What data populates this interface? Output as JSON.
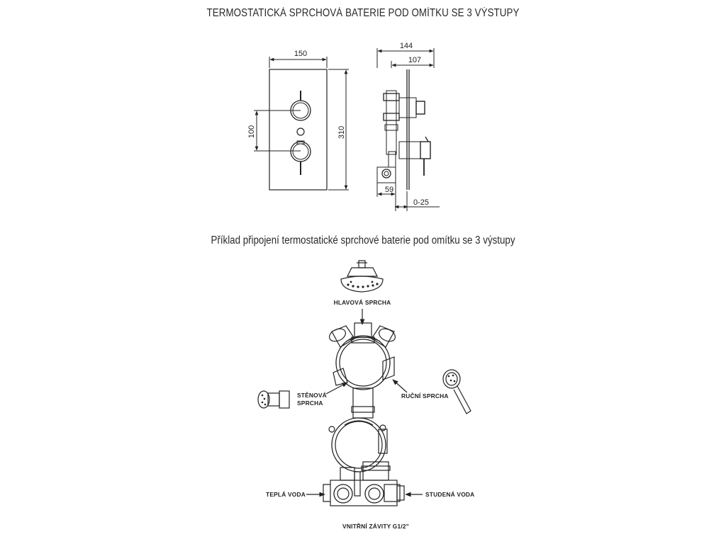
{
  "title": "TERMOSTATICKÁ SPRCHOVÁ BATERIE POD OMÍTKU SE 3 VÝSTUPY",
  "subtitle": "Příklad připojení termostatické sprchové baterie pod omítku se 3 výstupy",
  "dimensions": {
    "front_width": "150",
    "front_height": "310",
    "handle_spacing": "100",
    "side_total_depth": "144",
    "side_body_depth": "107",
    "side_bottom_offset": "59",
    "adjust_range": "0-25"
  },
  "labels": {
    "head_shower": "HLAVOVÁ SPRCHA",
    "wall_shower_line1": "STĚNOVÁ",
    "wall_shower_line2": "SPRCHA",
    "hand_shower": "RUČNÍ SPRCHA",
    "hot_water": "TEPLÁ VODA",
    "cold_water": "STUDENÁ VODA",
    "thread": "VNITŘNÍ ZÁVITY G1/2\""
  },
  "colors": {
    "line": "#222222",
    "background": "#ffffff"
  }
}
